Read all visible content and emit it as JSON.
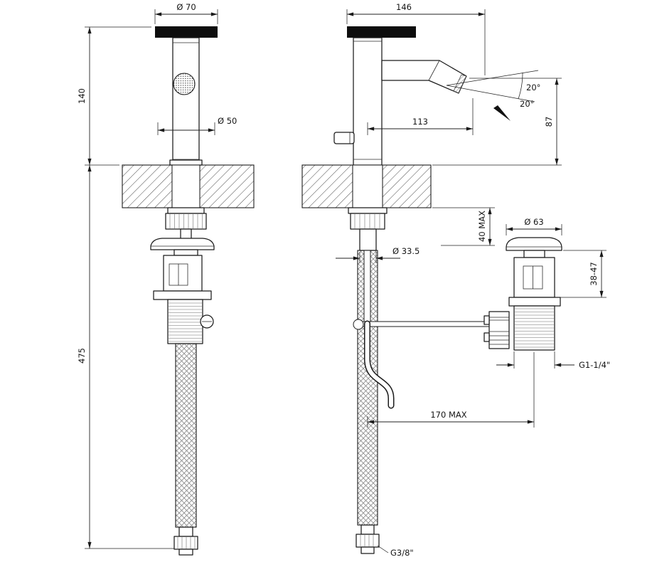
{
  "drawing": {
    "dims": {
      "handle_dia": "Ø 70",
      "height_140": "140",
      "base_dia": "Ø 50",
      "length_475": "475",
      "depth_146": "146",
      "angle_upper": "20°",
      "angle_lower": "20°",
      "reach_113": "113",
      "spout_height_87": "87",
      "deck_40max": "40 MAX",
      "waste_dia_63": "Ø 63",
      "pipe_dia_335": "Ø 33.5",
      "waste_range_3847": "38-47",
      "waste_thread": "G1-1/4\"",
      "rod_170max": "170 MAX",
      "hose_thread": "G3/8\""
    }
  }
}
